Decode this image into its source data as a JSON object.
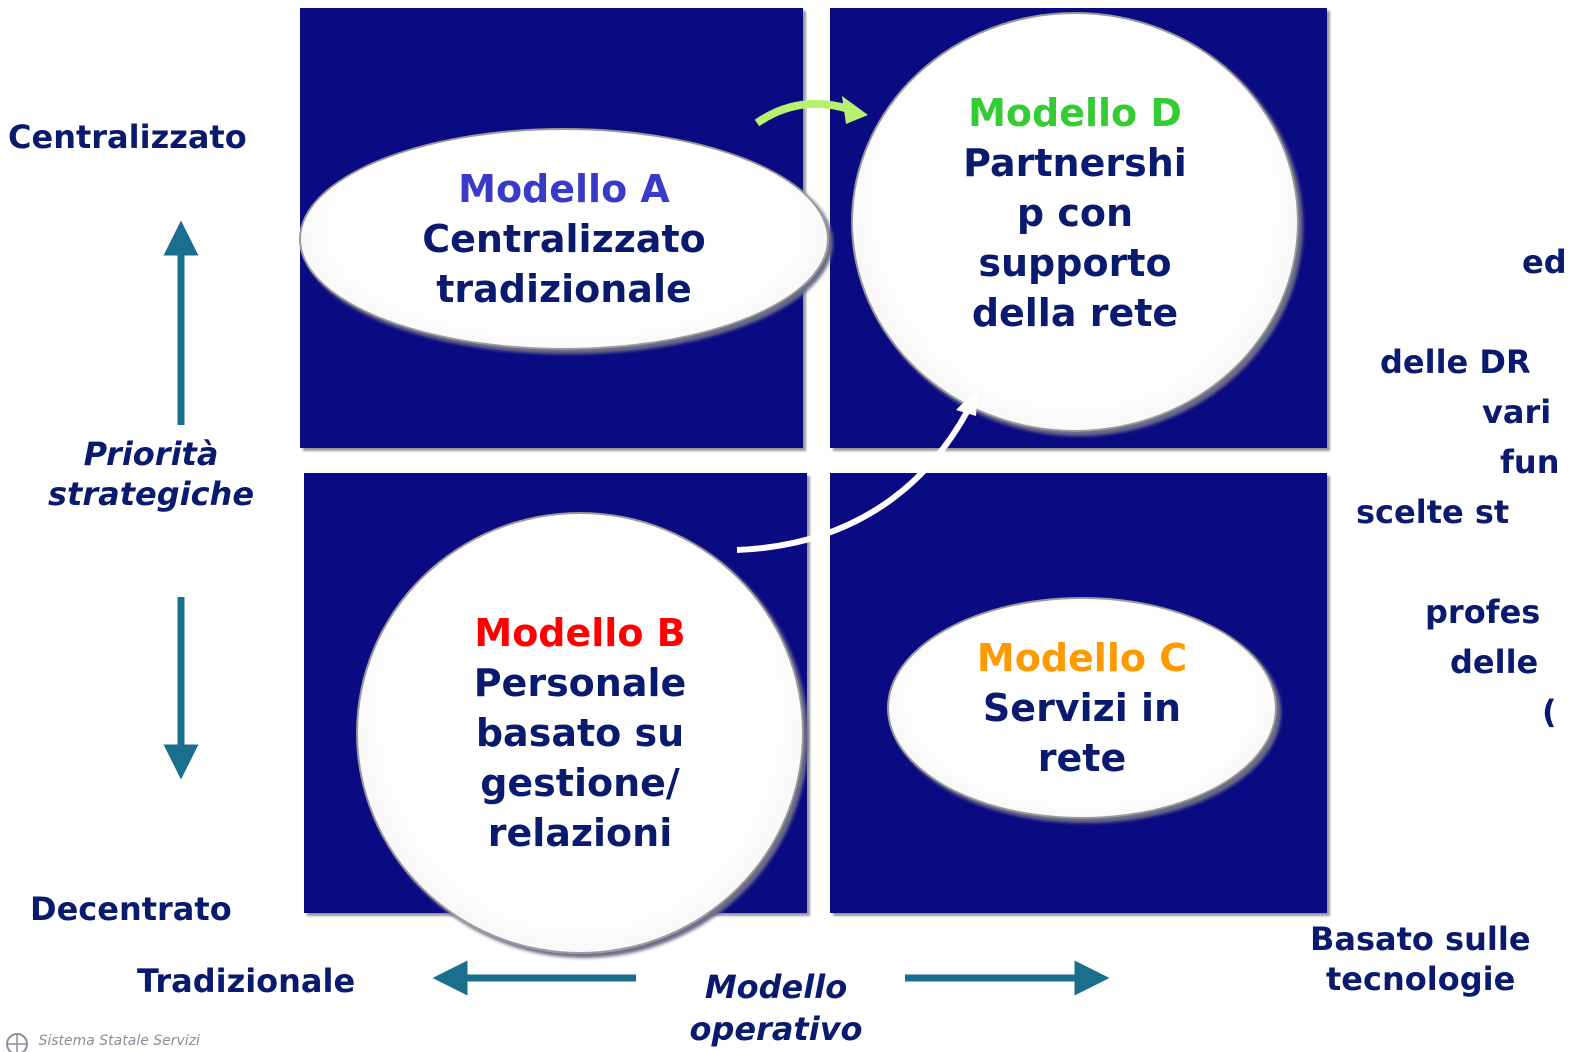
{
  "models": {
    "a": {
      "title": "Modello A",
      "lines": [
        "Centralizzato",
        "tradizionale"
      ]
    },
    "b": {
      "title": "Modello B",
      "lines": [
        "Personale",
        "basato su",
        "gestione/",
        "relazioni"
      ]
    },
    "c": {
      "title": "Modello C",
      "lines": [
        "Servizi in",
        "rete"
      ]
    },
    "d": {
      "title": "Modello D",
      "lines": [
        "Partnershi",
        "p con",
        "supporto",
        "della rete"
      ]
    }
  },
  "axes": {
    "vertical": {
      "top": "Centralizzato",
      "bottom": "Decentrato",
      "caption": [
        "Priorità",
        "strategiche"
      ]
    },
    "horizontal": {
      "left": "Tradizionale",
      "right": [
        "Basato sulle",
        "tecnologie"
      ],
      "caption": [
        "Modello",
        "operativo"
      ]
    }
  },
  "side_text": [
    "ed",
    "",
    "delle DR",
    "vari",
    "fun",
    "scelte st",
    "",
    "profes",
    "delle",
    "("
  ],
  "logo": {
    "text": "Sistema Statale Servizi"
  },
  "colors": {
    "quadrant": "#0a0a82",
    "axis_arrow": "#1a6e8e",
    "label": "#0a1a6e",
    "model_a": "#3a3ac8",
    "model_b": "#ff0000",
    "model_c": "#ff9900",
    "model_d": "#33cc33",
    "transition_arrow_green": "#b8f070"
  }
}
